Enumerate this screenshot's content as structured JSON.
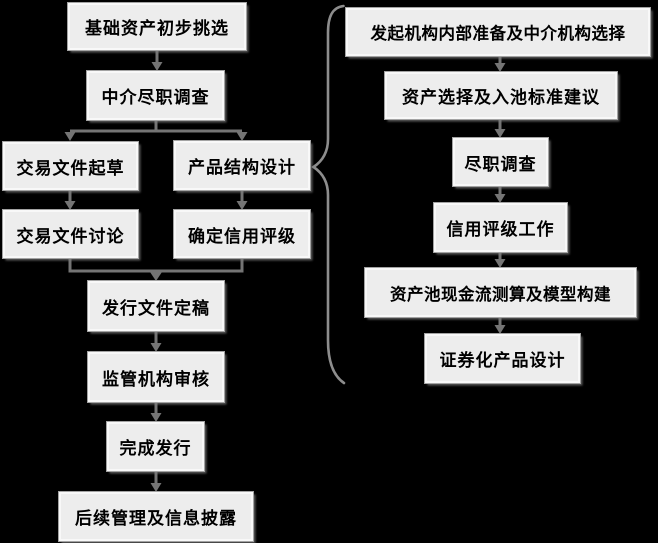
{
  "diagram": {
    "colors": {
      "background": "#000000",
      "box_fill": "#ededed",
      "box_outline": "#a3a3a3",
      "arrow": "#747474",
      "brace": "#8d8d8d",
      "text": "#000000"
    },
    "left_flow": {
      "nodes": [
        {
          "id": "n1",
          "label": "基础资产初步挑选"
        },
        {
          "id": "n2",
          "label": "中介尽职调查"
        },
        {
          "id": "n3",
          "label": "交易文件起草"
        },
        {
          "id": "n4",
          "label": "产品结构设计"
        },
        {
          "id": "n5",
          "label": "交易文件讨论"
        },
        {
          "id": "n6",
          "label": "确定信用评级"
        },
        {
          "id": "n7",
          "label": "发行文件定稿"
        },
        {
          "id": "n8",
          "label": "监管机构审核"
        },
        {
          "id": "n9",
          "label": "完成发行"
        },
        {
          "id": "n10",
          "label": "后续管理及信息披露"
        }
      ],
      "edges": [
        "基础资产初步挑选→中介尽职调查",
        "中介尽职调查→交易文件起草",
        "中介尽职调查→产品结构设计",
        "交易文件起草→交易文件讨论",
        "产品结构设计→确定信用评级",
        "交易文件讨论→发行文件定稿",
        "确定信用评级→发行文件定稿",
        "发行文件定稿→监管机构审核",
        "监管机构审核→完成发行",
        "完成发行→后续管理及信息披露"
      ]
    },
    "right_flow": {
      "annotation": "右侧大括号指向“产品结构设计”，表示其细分步骤",
      "nodes": [
        {
          "id": "r1",
          "label": "发起机构内部准备及中介机构选择"
        },
        {
          "id": "r2",
          "label": "资产选择及入池标准建议"
        },
        {
          "id": "r3",
          "label": "尽职调查"
        },
        {
          "id": "r4",
          "label": "信用评级工作"
        },
        {
          "id": "r5",
          "label": "资产池现金流测算及模型构建"
        },
        {
          "id": "r6",
          "label": "证券化产品设计"
        }
      ],
      "edges": [
        "发起机构内部准备及中介机构选择→资产选择及入池标准建议",
        "资产选择及入池标准建议→尽职调查",
        "尽职调查→信用评级工作",
        "信用评级工作→资产池现金流测算及模型构建",
        "资产池现金流测算及模型构建→证券化产品设计"
      ]
    }
  }
}
